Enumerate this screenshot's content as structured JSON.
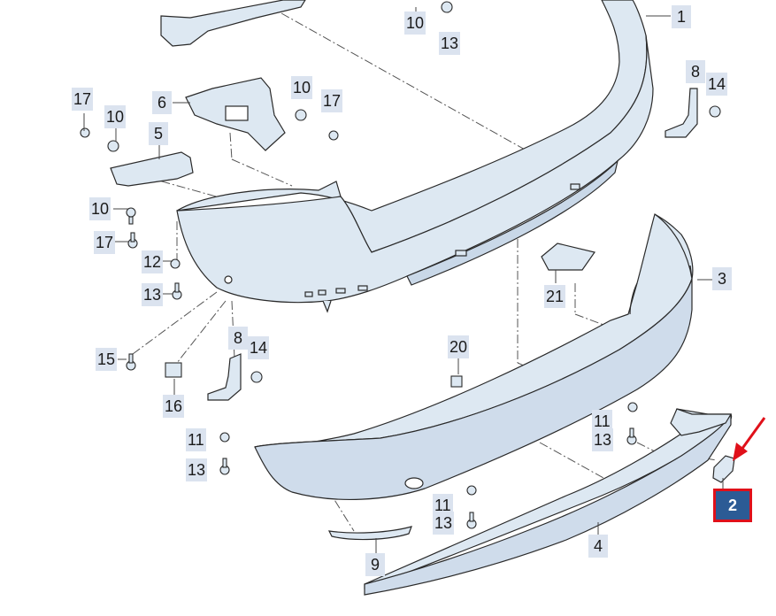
{
  "diagram": {
    "callouts": [
      {
        "id": "c1",
        "text": "1"
      },
      {
        "id": "c10a",
        "text": "10"
      },
      {
        "id": "c13a",
        "text": "13"
      },
      {
        "id": "c8a",
        "text": "8"
      },
      {
        "id": "c14a",
        "text": "14"
      },
      {
        "id": "c17a",
        "text": "17"
      },
      {
        "id": "c10b",
        "text": "10"
      },
      {
        "id": "c6",
        "text": "6"
      },
      {
        "id": "c10c",
        "text": "10"
      },
      {
        "id": "c17b",
        "text": "17"
      },
      {
        "id": "c5",
        "text": "5"
      },
      {
        "id": "c10d",
        "text": "10"
      },
      {
        "id": "c17c",
        "text": "17"
      },
      {
        "id": "c12",
        "text": "12"
      },
      {
        "id": "c13b",
        "text": "13"
      },
      {
        "id": "c3",
        "text": "3"
      },
      {
        "id": "c21",
        "text": "21"
      },
      {
        "id": "c15",
        "text": "15"
      },
      {
        "id": "c8b",
        "text": "8"
      },
      {
        "id": "c14b",
        "text": "14"
      },
      {
        "id": "c16",
        "text": "16"
      },
      {
        "id": "c20",
        "text": "20"
      },
      {
        "id": "c11a",
        "text": "11"
      },
      {
        "id": "c13c",
        "text": "13"
      },
      {
        "id": "c11b",
        "text": "11"
      },
      {
        "id": "c13d",
        "text": "13"
      },
      {
        "id": "c11c",
        "text": "11"
      },
      {
        "id": "c13e",
        "text": "13"
      },
      {
        "id": "c9",
        "text": "9"
      },
      {
        "id": "c4",
        "text": "4"
      },
      {
        "id": "c2",
        "text": "2"
      }
    ],
    "highlight_part": "2",
    "colors": {
      "part_fill": "#dde8f2",
      "part_stroke": "#2a2a2a",
      "callout_bg": "#dbe3ef",
      "highlight_bg": "#2c5b95",
      "highlight_border": "#e0101a",
      "arrow": "#e0101a"
    }
  }
}
